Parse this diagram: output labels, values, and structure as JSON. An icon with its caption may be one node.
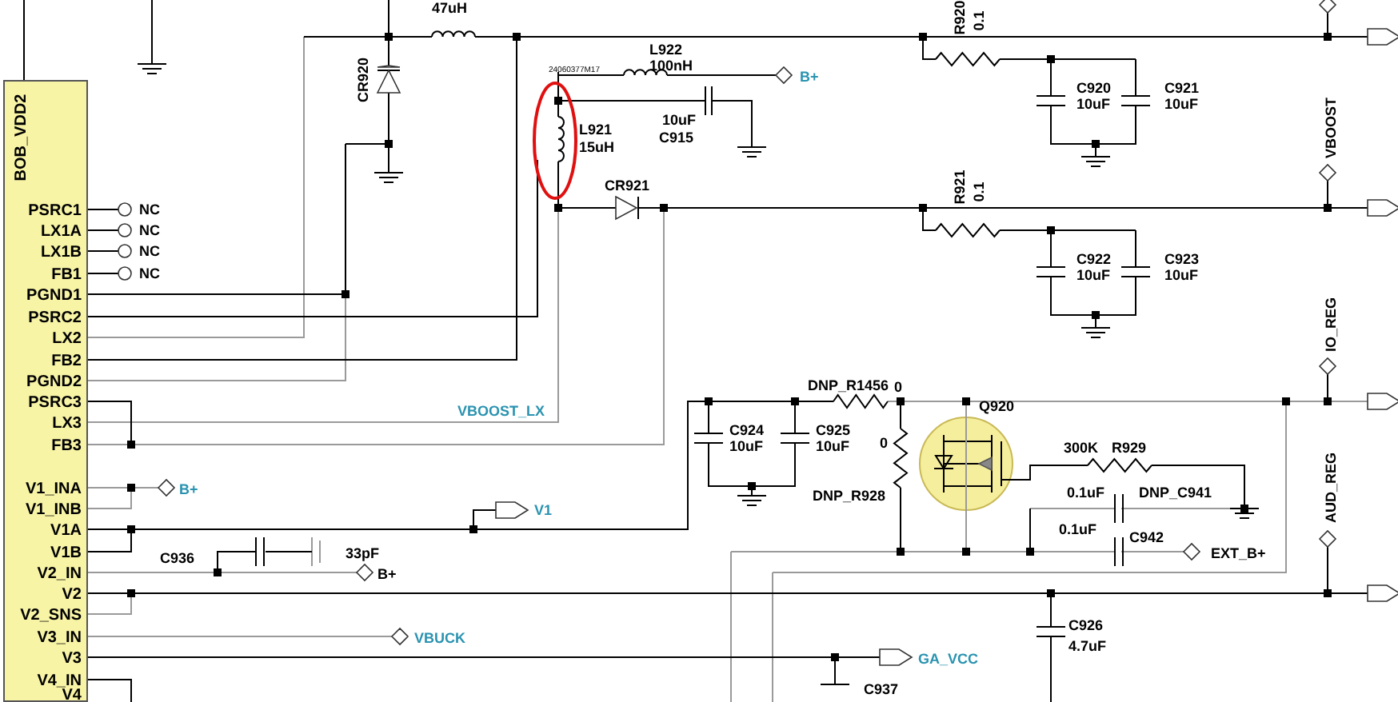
{
  "diagram": {
    "nodes": [
      {
        "text": [
          "BOB_VDD2",
          "PSRC1",
          "LX1A",
          "LX1B",
          "FB1",
          "PGND1",
          "PSRC2",
          "LX2",
          "FB2",
          "PGND2",
          "PSRC3",
          "LX3",
          "FB3",
          "V1_INA",
          "V1_INB",
          "V1A",
          "V1B",
          "V2_IN",
          "V2",
          "V2_SNS",
          "V3_IN",
          "V3",
          "V4_IN",
          "V4"
        ]
      }
    ],
    "labels": [
      "47uH",
      "CR920",
      "24060377M17",
      "L922",
      "100nH",
      "B+",
      "R920",
      "0.1",
      "C920",
      "10uF",
      "C921",
      "10uF",
      "10uF",
      "L921",
      "C915",
      "15uH",
      "VBOOST",
      "NC",
      "NC",
      "R921",
      "0.1",
      "CR921",
      "NC",
      "NC",
      "C922",
      "10uF",
      "C923",
      "10uF",
      "IO_REG",
      "VBOOST_LX",
      "DNP_R1456",
      "0",
      "Q920",
      "C924",
      "10uF",
      "C925",
      "10uF",
      "0",
      "300K",
      "R929",
      "DNP_R928",
      "AUD_REG",
      "B+",
      "0.1uF",
      "DNP_C941",
      "V1",
      "0.1uF",
      "C942",
      "C936",
      "33pF",
      "EXT_B+",
      "B+",
      "C926",
      "VBUCK",
      "4.7uF",
      "GA_VCC",
      "C937"
    ]
  }
}
